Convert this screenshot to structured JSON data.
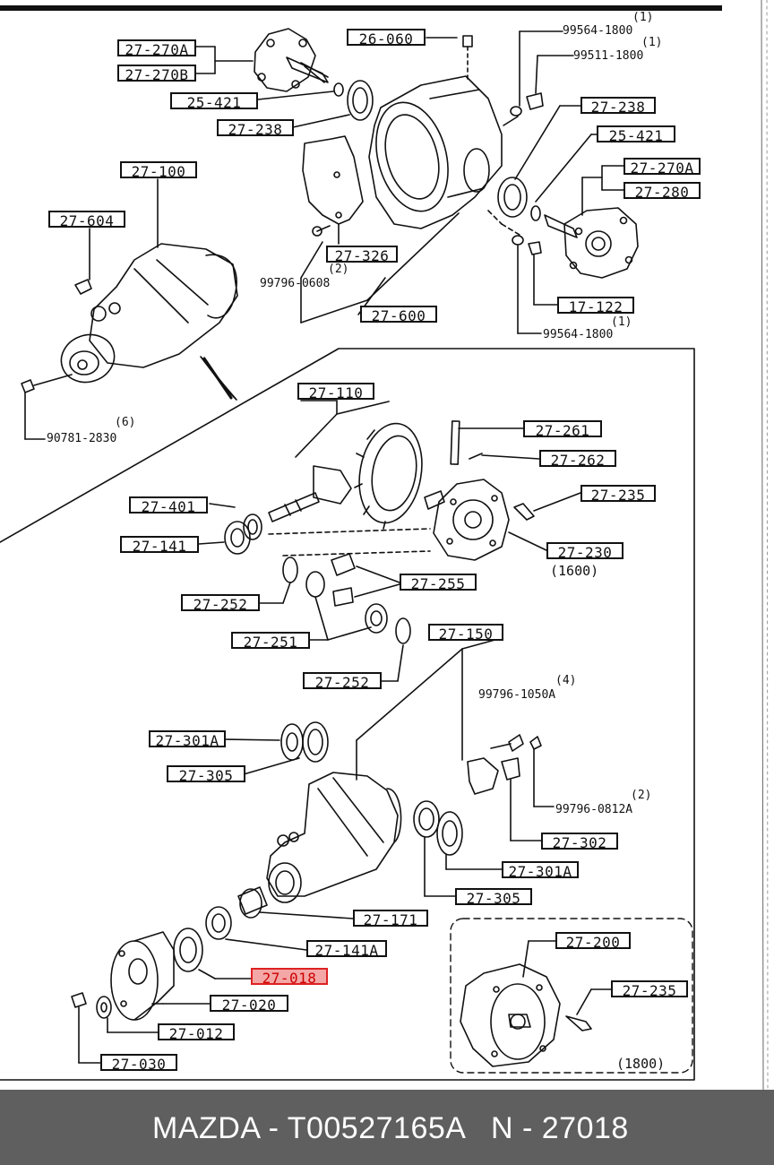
{
  "diagram": {
    "labels": {
      "l27270a_1": "27-270A",
      "l27270b": "27-270B",
      "l25421_1": "25-421",
      "l27238_1": "27-238",
      "l26060": "26-060",
      "l27238_2": "27-238",
      "l25421_2": "25-421",
      "l27270a_2": "27-270A",
      "l27280": "27-280",
      "l27100": "27-100",
      "l27604": "27-604",
      "l27326": "27-326",
      "l27600": "27-600",
      "l17122": "17-122",
      "l27110": "27-110",
      "l27261": "27-261",
      "l27262": "27-262",
      "l27235_1": "27-235",
      "l27401": "27-401",
      "l27141": "27-141",
      "l27230": "27-230",
      "l27255": "27-255",
      "l27252_1": "27-252",
      "l27251": "27-251",
      "l27150": "27-150",
      "l27252_2": "27-252",
      "l27301a_1": "27-301A",
      "l27305_1": "27-305",
      "l27302": "27-302",
      "l27301a_2": "27-301A",
      "l27305_2": "27-305",
      "l27171": "27-171",
      "l27200": "27-200",
      "l27141a": "27-141A",
      "l27235_2": "27-235",
      "l27018": "27-018",
      "l27020": "27-020",
      "l27012": "27-012",
      "l27030": "27-030"
    },
    "part_numbers": {
      "p1": "99564-1800",
      "p2": "99511-1800",
      "p3": "99796-0608",
      "p4": "99564-1800",
      "p5": "90781-2830",
      "p6": "99796-1050A",
      "p7": "99796-0812A"
    },
    "quantities": {
      "q1": "(1)",
      "q2": "(1)",
      "q3": "(2)",
      "q4": "(1)",
      "q5": "(6)",
      "q6": "(4)",
      "q7": "(2)"
    },
    "variants": {
      "v1600": "(1600)",
      "v1800": "(1800)"
    },
    "highlight_color": "#f4a7a7"
  },
  "footer": {
    "brand_part": "MAZDA - T00527165A",
    "ref": "N - 27018"
  }
}
